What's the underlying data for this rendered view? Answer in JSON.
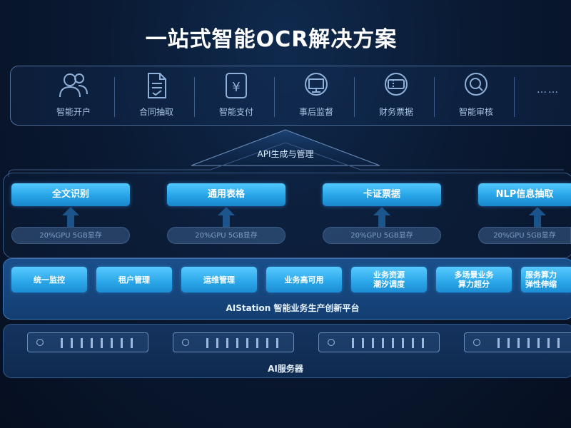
{
  "title": "一站式智能OCR解决方案",
  "scenarios": [
    {
      "label": "智能开户",
      "icon": "users-icon"
    },
    {
      "label": "合同抽取",
      "icon": "document-icon"
    },
    {
      "label": "智能支付",
      "icon": "yen-icon"
    },
    {
      "label": "事后监督",
      "icon": "monitor-icon"
    },
    {
      "label": "财务票据",
      "icon": "ticket-icon"
    },
    {
      "label": "智能审核",
      "icon": "magnifier-icon"
    }
  ],
  "scenarios_more": "……",
  "api_label": "API生成与管理",
  "models": [
    {
      "label": "全文识别",
      "gpu": "20%GPU 5GB显存"
    },
    {
      "label": "通用表格",
      "gpu": "20%GPU 5GB显存"
    },
    {
      "label": "卡证票据",
      "gpu": "20%GPU 5GB显存"
    },
    {
      "label": "NLP信息抽取",
      "gpu": "20%GPU 5GB显存"
    }
  ],
  "platform_items": [
    "统一监控",
    "租户管理",
    "运维管理",
    "业务高可用",
    "业务资源\n潮汐调度",
    "多场景业务\n算力超分",
    "服务算力\n弹性伸缩"
  ],
  "platform_label": "AIStation 智能业务生产创新平台",
  "server_label": "AI服务器",
  "colors": {
    "accent": "#2aa6e8",
    "background": "#0a1a33",
    "platform": "#1a4f8a"
  }
}
